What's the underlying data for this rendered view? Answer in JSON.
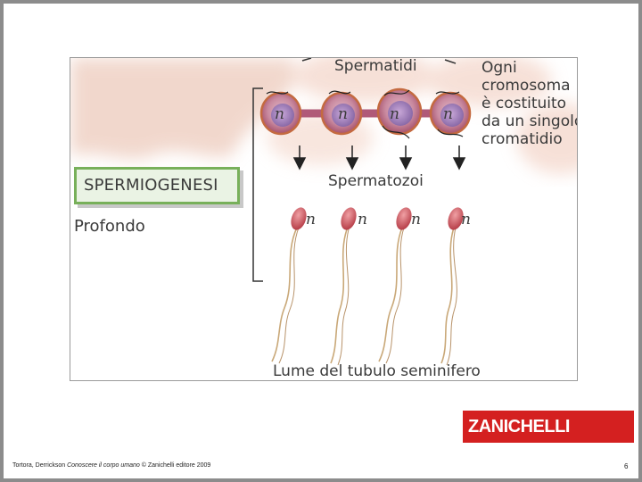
{
  "figure": {
    "spermatids_label": "Spermatidi",
    "spermatozoa_label": "Spermatozoi",
    "note_lines": [
      "Ogni",
      "cromosoma",
      "è costituito",
      "da un singolo",
      "cromatidio"
    ],
    "stage_label": "SPERMIOGENESI",
    "depth_label": "Profondo",
    "lumen_label": "Lume del tubulo seminifero",
    "ploidy_symbol": "n"
  },
  "footer": {
    "credit_prefix": "Tortora, Derrickson ",
    "credit_title": "Conoscere il corpo umano",
    "credit_suffix": " © Zanichelli editore 2009",
    "page_number": "6",
    "logo_text": "ZANICHELLI"
  }
}
